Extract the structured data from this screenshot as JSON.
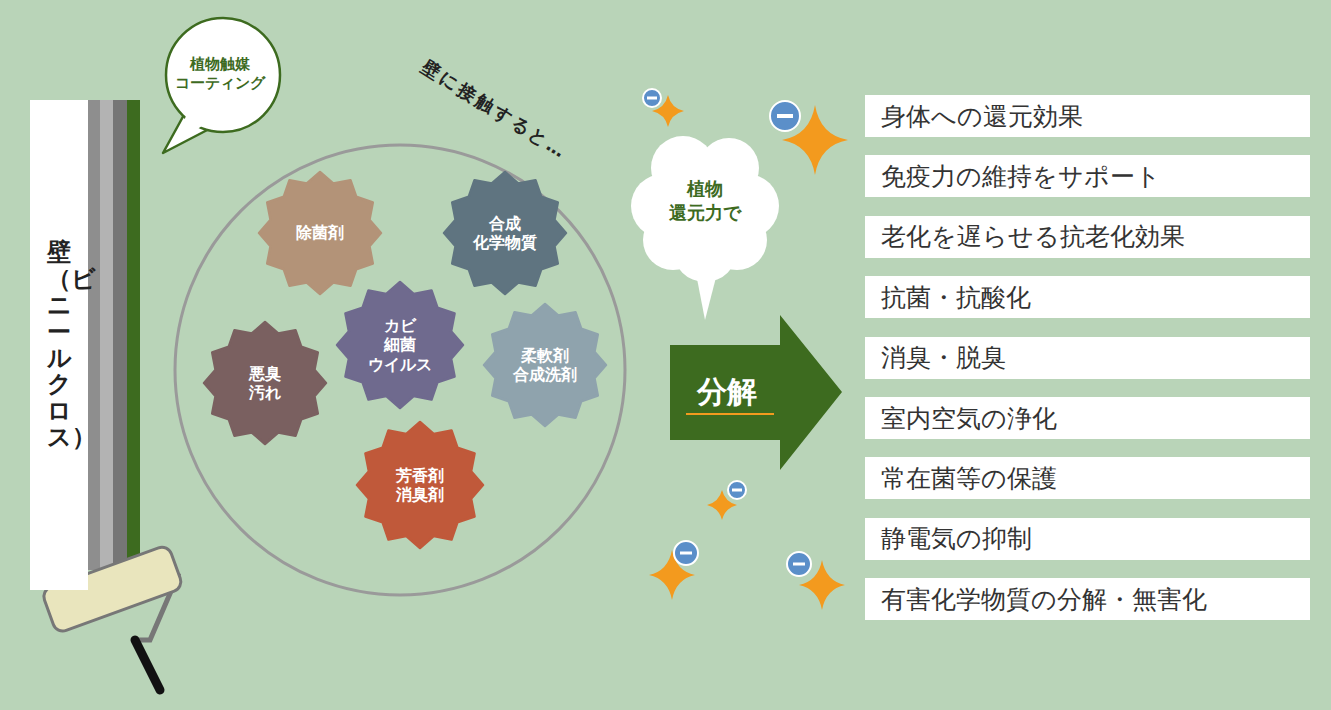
{
  "diagram": {
    "nodes": [
      {
        "text": [
          "壁（ビニールクロス）"
        ]
      },
      {
        "text": [
          "植物触媒 コーティング"
        ]
      },
      {
        "text": [
          "壁に接触すると…"
        ]
      },
      {
        "text": [
          "除菌剤"
        ],
        "in": 2
      },
      {
        "text": [
          "合成 化学物質"
        ],
        "in": 2
      },
      {
        "text": [
          "カビ 細菌 ウイルス"
        ],
        "in": 2
      },
      {
        "text": [
          "柔軟剤 合成洗剤"
        ],
        "in": 2
      },
      {
        "text": [
          "悪臭 汚れ"
        ],
        "in": 2
      },
      {
        "text": [
          "芳香剤 消臭剤"
        ],
        "in": 2
      },
      {
        "text": [
          "植物 還元力で"
        ]
      },
      {
        "text": [
          "分解"
        ]
      },
      {
        "text": [
          "身体への還元効果"
        ]
      },
      {
        "text": [
          "免疫力の維持をサポート"
        ]
      },
      {
        "text": [
          "老化を遅らせる抗老化効果"
        ]
      },
      {
        "text": [
          "抗菌・抗酸化"
        ]
      },
      {
        "text": [
          "消臭・脱臭"
        ]
      },
      {
        "text": [
          "室内空気の浄化"
        ]
      },
      {
        "text": [
          "常在菌等の保護"
        ]
      },
      {
        "text": [
          "静電気の抑制"
        ]
      },
      {
        "text": [
          "有害化学物質の分解・無害化"
        ]
      }
    ]
  }
}
